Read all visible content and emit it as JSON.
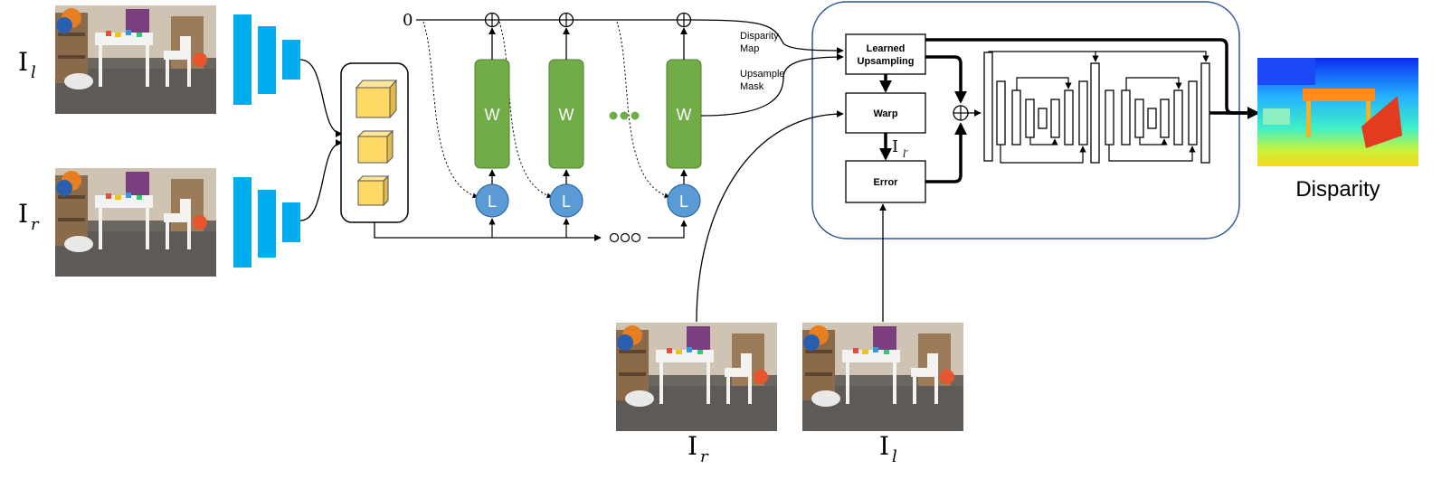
{
  "left_inputs": {
    "left_image_label": "I",
    "left_image_subscript": "l",
    "right_image_label": "I",
    "right_image_subscript": "r"
  },
  "recurrent": {
    "init_value": "0",
    "gru_label": "W",
    "lookup_label": "L"
  },
  "refine": {
    "disparity_map_label": [
      "Disparity",
      "Map"
    ],
    "upsample_mask_label": [
      "Upsample",
      "Mask"
    ],
    "learned_upsampling_label": [
      "Learned",
      "Upsampling"
    ],
    "warp_label": "Warp",
    "warped_label": "I",
    "warped_subscript": "l′",
    "error_label": "Error"
  },
  "bottom_inputs": {
    "right_label": "I",
    "right_subscript": "r",
    "left_label": "I",
    "left_subscript": "l"
  },
  "output": {
    "label": "Disparity"
  },
  "colors": {
    "encoder_blue": "#00aeef",
    "gru_green": "#70ad47",
    "lookup_blue": "#5b9bd5",
    "volume_yellow": "#ffd966",
    "panel_border": "#2f5597"
  }
}
